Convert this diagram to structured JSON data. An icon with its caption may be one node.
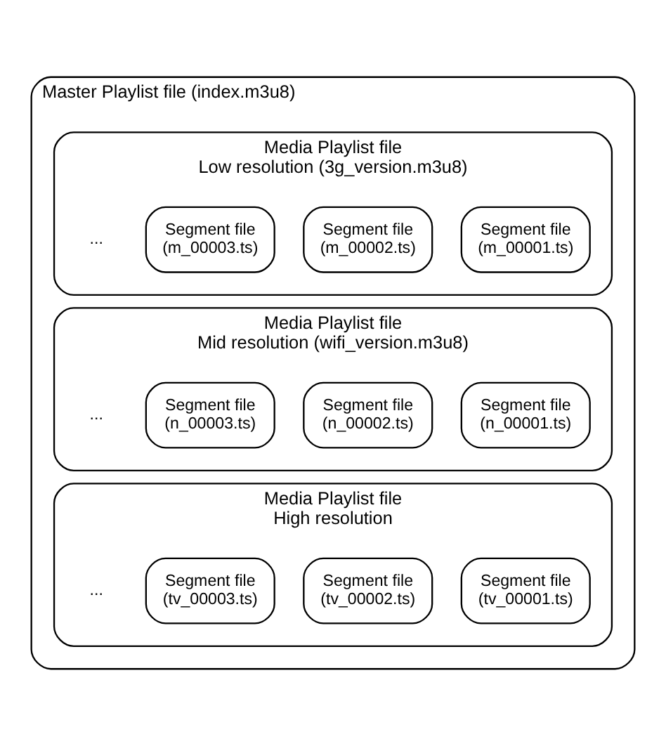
{
  "diagram": {
    "nodes": [
      {
        "text": [
          "Master Playlist file (index.m3u8)"
        ]
      },
      {
        "text": [
          "Media Playlist file",
          "Low resolution (3g_version.m3u8)"
        ],
        "in": 0
      },
      {
        "text": [
          "Segment file (m_00001.ts)"
        ],
        "in": 1
      },
      {
        "text": [
          "Segment file (m_00002.ts)"
        ],
        "in": 1
      },
      {
        "text": [
          "Segment file (m_00003.ts)"
        ],
        "in": 1
      },
      {
        "text": [
          "Media Playlist file",
          "Mid resolution (wifi_version.m3u8)"
        ],
        "in": 0
      },
      {
        "text": [
          "Segment file (n_00001.ts)"
        ],
        "in": 5
      },
      {
        "text": [
          "Segment file (n_00002.ts)"
        ],
        "in": 5
      },
      {
        "text": [
          "Segment file (n_00003.ts)"
        ],
        "in": 5
      },
      {
        "text": [
          "Media Playlist file",
          "High resolution"
        ],
        "in": 0
      },
      {
        "text": [
          "Segment file (tv_00001.ts)"
        ],
        "in": 9
      },
      {
        "text": [
          "Segment file (tv_00002.ts)"
        ],
        "in": 9
      },
      {
        "text": [
          "Segment file (tv_00003.ts)"
        ],
        "in": 9
      }
    ],
    "labels": [
      "...",
      "...",
      "..."
    ]
  }
}
